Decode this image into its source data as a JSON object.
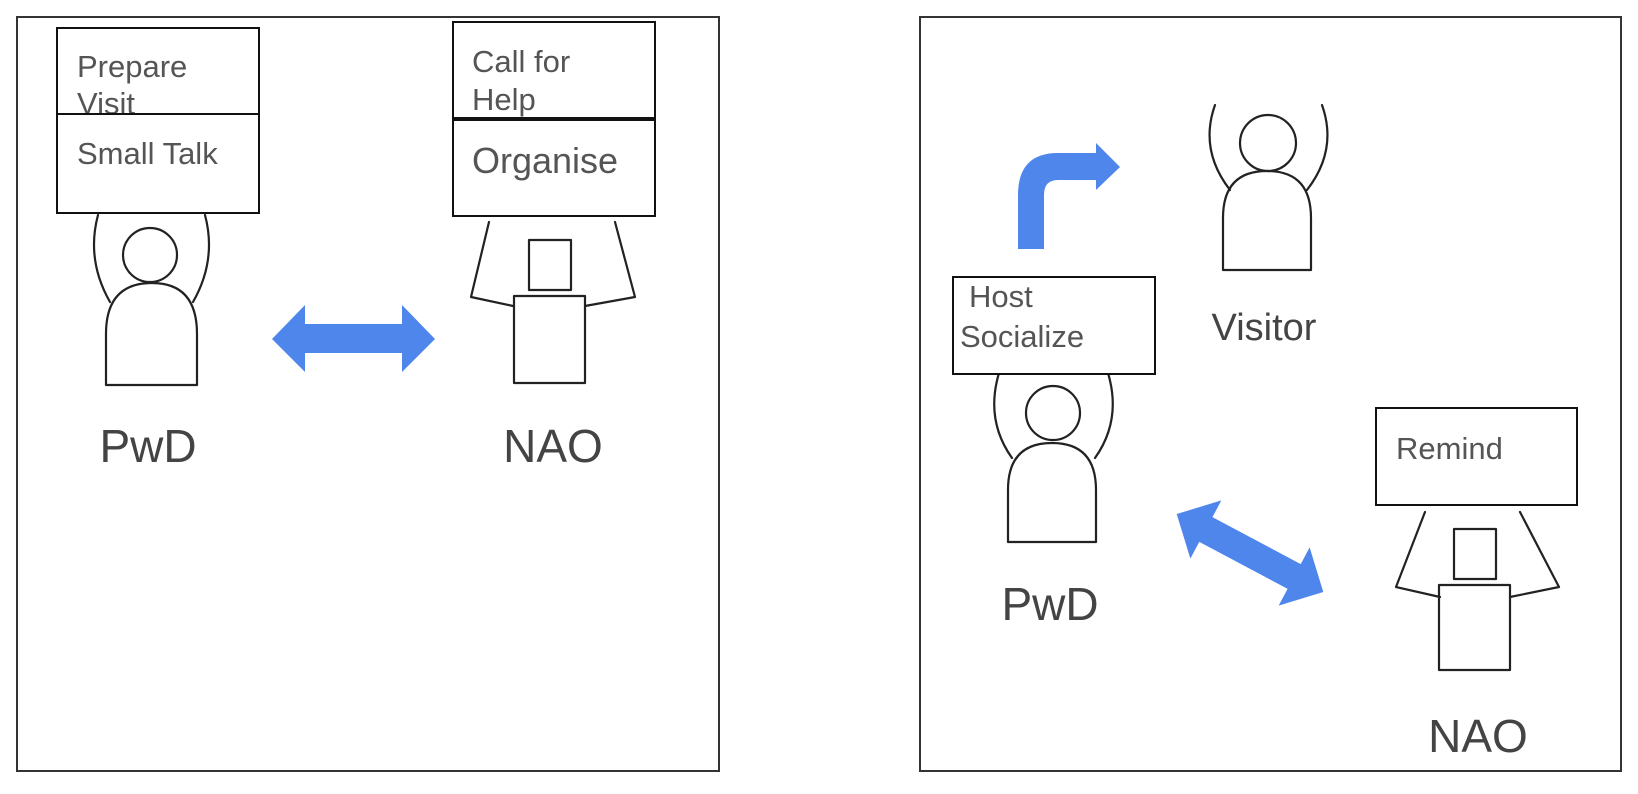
{
  "left_panel": {
    "pwd_box_top": [
      "Prepare",
      "Visit"
    ],
    "pwd_box_bottom": "Small Talk",
    "nao_box_top": [
      "Call for",
      "Help"
    ],
    "nao_box_bottom": "Organise",
    "pwd_label": "PwD",
    "nao_label": "NAO"
  },
  "right_panel": {
    "pwd_box": [
      "Host",
      "Socialize"
    ],
    "visitor_label": "Visitor",
    "nao_box": "Remind",
    "pwd_label": "PwD",
    "nao_label": "NAO"
  },
  "colors": {
    "arrow": "#4f86ec",
    "outline": "#222222",
    "text": "#555555"
  },
  "icons": [
    "person-icon",
    "robot-icon",
    "double-arrow-icon",
    "turn-arrow-icon"
  ]
}
